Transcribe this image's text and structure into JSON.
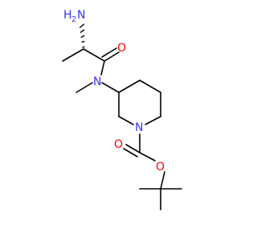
{
  "structure": {
    "atoms": {
      "amine": "H",
      "amine_sub": "2",
      "amine_n": "N",
      "carbonyl_o_top": "O",
      "amide_n": "N",
      "ring_n": "N",
      "ester_o_double": "O",
      "ester_o_single": "O"
    }
  },
  "colors": {
    "bond": "#000000",
    "nitrogen": "#3333ff",
    "oxygen": "#ff0000"
  }
}
